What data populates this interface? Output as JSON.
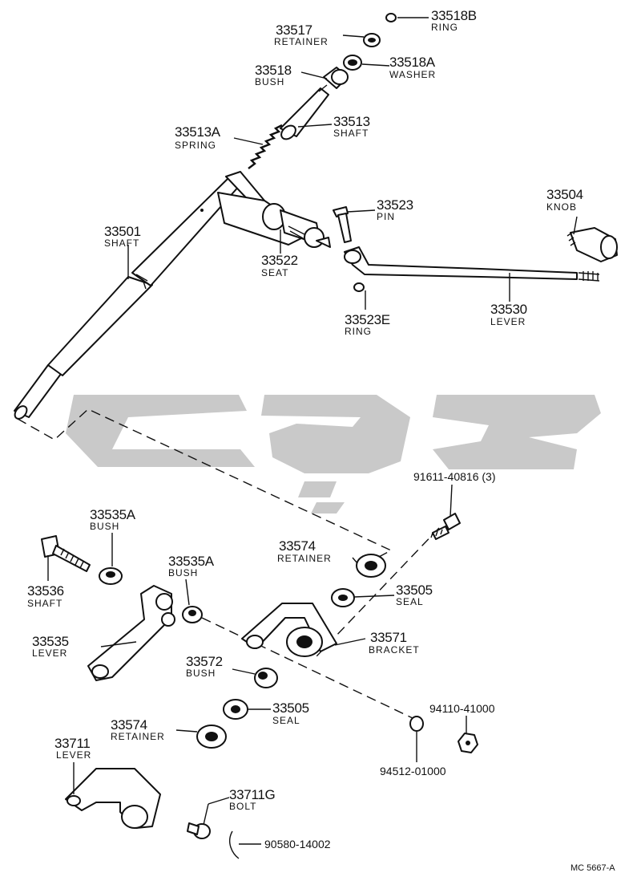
{
  "parts": {
    "p33518B": {
      "num": "33518B",
      "name": "RING"
    },
    "p33517": {
      "num": "33517",
      "name": "RETAINER"
    },
    "p33518A": {
      "num": "33518A",
      "name": "WASHER"
    },
    "p33518": {
      "num": "33518",
      "name": "BUSH"
    },
    "p33513": {
      "num": "33513",
      "name": "SHAFT"
    },
    "p33513A": {
      "num": "33513A",
      "name": "SPRING"
    },
    "p33504": {
      "num": "33504",
      "name": "KNOB"
    },
    "p33523": {
      "num": "33523",
      "name": "PIN"
    },
    "p33501": {
      "num": "33501",
      "name": "SHAFT"
    },
    "p33522": {
      "num": "33522",
      "name": "SEAT"
    },
    "p33530": {
      "num": "33530",
      "name": "LEVER"
    },
    "p33523E": {
      "num": "33523E",
      "name": "RING"
    },
    "p91611": {
      "num": "91611-40816 (3)"
    },
    "p33535A_1": {
      "num": "33535A",
      "name": "BUSH"
    },
    "p33574_1": {
      "num": "33574",
      "name": "RETAINER"
    },
    "p33536": {
      "num": "33536",
      "name": "SHAFT"
    },
    "p33535A_2": {
      "num": "33535A",
      "name": "BUSH"
    },
    "p33505_1": {
      "num": "33505",
      "name": "SEAL"
    },
    "p33535": {
      "num": "33535",
      "name": "LEVER"
    },
    "p33571": {
      "num": "33571",
      "name": "BRACKET"
    },
    "p33572": {
      "num": "33572",
      "name": "BUSH"
    },
    "p33505_2": {
      "num": "33505",
      "name": "SEAL"
    },
    "p94110": {
      "num": "94110-41000"
    },
    "p33574_2": {
      "num": "33574",
      "name": "RETAINER"
    },
    "p33711": {
      "num": "33711",
      "name": "LEVER"
    },
    "p94512": {
      "num": "94512-01000"
    },
    "p33711G": {
      "num": "33711G",
      "name": "BOLT"
    },
    "p90580": {
      "num": "90580-14002"
    }
  },
  "figure_ref": "MC 5667-A"
}
